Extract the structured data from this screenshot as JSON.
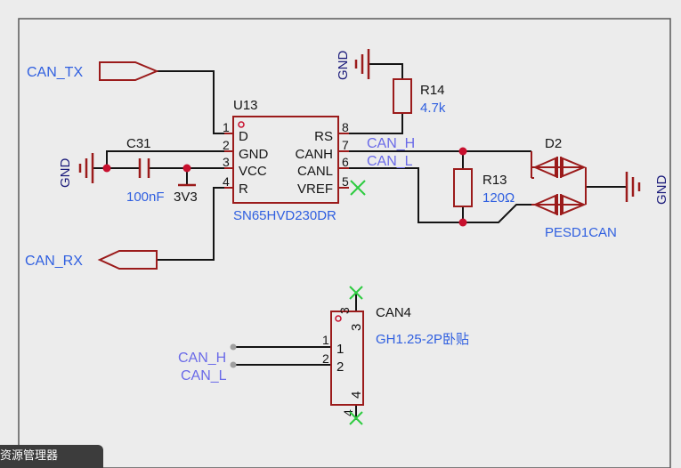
{
  "colors": {
    "wire": "#141414",
    "component": "#9b1b1b",
    "junction": "#c8102e",
    "net_label": "#2f5fe0",
    "gnd_text": "#1a1a7a",
    "noconnect": "#2ecc40",
    "background": "#ececec",
    "frame": "#595959"
  },
  "ports": {
    "can_tx": "CAN_TX",
    "can_rx": "CAN_RX"
  },
  "gnd": {
    "label": "GND"
  },
  "u13": {
    "ref": "U13",
    "part": "SN65HVD230DR",
    "pins_left": [
      {
        "num": "1",
        "name": "D"
      },
      {
        "num": "2",
        "name": "GND"
      },
      {
        "num": "3",
        "name": "VCC"
      },
      {
        "num": "4",
        "name": "R"
      }
    ],
    "pins_right": [
      {
        "num": "8",
        "name": "RS"
      },
      {
        "num": "7",
        "name": "CANH"
      },
      {
        "num": "6",
        "name": "CANL"
      },
      {
        "num": "5",
        "name": "VREF"
      }
    ]
  },
  "c31": {
    "ref": "C31",
    "value": "100nF"
  },
  "power_3v3": "3V3",
  "r14": {
    "ref": "R14",
    "value": "4.7k"
  },
  "r13": {
    "ref": "R13",
    "value": "120Ω"
  },
  "d2": {
    "ref": "D2",
    "part": "PESD1CAN"
  },
  "nets": {
    "can_h": "CAN_H",
    "can_l": "CAN_L"
  },
  "can4": {
    "ref": "CAN4",
    "part": "GH1.25-2P卧贴",
    "pin_nums": {
      "p1": "1",
      "p2": "2",
      "p3": "3",
      "p4": "4"
    },
    "pin_names": {
      "p1": "1",
      "p2": "2",
      "p3": "3",
      "p4": "4"
    }
  },
  "bottom_panel": {
    "label": "资源管理器"
  }
}
